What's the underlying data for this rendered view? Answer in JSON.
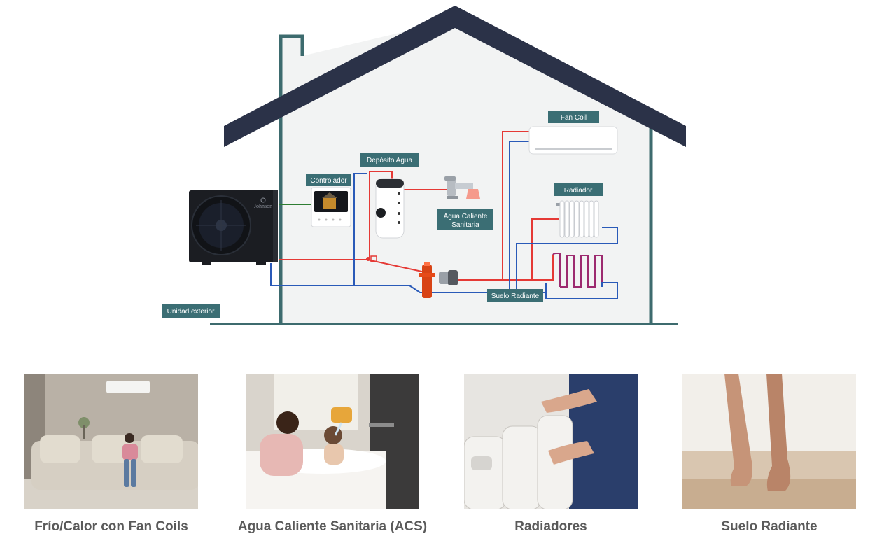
{
  "diagram": {
    "labels": {
      "fan_coil": "Fan Coil",
      "deposito_agua": "Depósito Agua",
      "controlador": "Controlador",
      "radiador": "Radiador",
      "agua_caliente_line1": "Agua Caliente",
      "agua_caliente_line2": "Sanitaria",
      "suelo_radiante": "Suelo Radiante",
      "unidad_exterior": "Unidad exterior"
    },
    "brand": "Johnson",
    "colors": {
      "house_wall": "#3d6b6e",
      "roof": "#2b3248",
      "house_fill": "#f2f3f3",
      "label_bg": "#3b6e74",
      "hot_pipe": "#e53935",
      "cold_pipe": "#2a5ab8",
      "control_wire": "#2e7d32"
    }
  },
  "gallery": [
    {
      "caption": "Frío/Calor con Fan Coils",
      "image": "woman-relaxing-on-sofa-under-air-conditioner"
    },
    {
      "caption": "Agua Caliente Sanitaria (ACS)",
      "image": "mother-and-child-in-bathtub"
    },
    {
      "caption": "Radiadores",
      "image": "hands-warming-on-radiator"
    },
    {
      "caption": "Suelo Radiante",
      "image": "bare-feet-walking-on-floor"
    }
  ]
}
